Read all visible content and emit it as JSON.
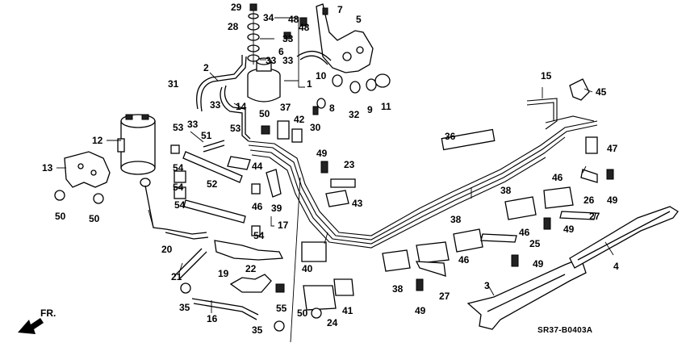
{
  "diagram": {
    "code": "SR37-B0403A",
    "direction_label": "FR.",
    "callouts": [
      "29",
      "34",
      "48",
      "48",
      "7",
      "5",
      "28",
      "33",
      "33",
      "6",
      "33",
      "10",
      "2",
      "31",
      "1",
      "9",
      "11",
      "15",
      "45",
      "33",
      "8",
      "33",
      "14",
      "37",
      "32",
      "50",
      "42",
      "30",
      "53",
      "51",
      "12",
      "53",
      "36",
      "54",
      "49",
      "44",
      "47",
      "13",
      "23",
      "52",
      "46",
      "54",
      "38",
      "26",
      "49",
      "54",
      "43",
      "39",
      "46",
      "27",
      "38",
      "46",
      "17",
      "50",
      "50",
      "54",
      "49",
      "25",
      "20",
      "40",
      "46",
      "49",
      "19",
      "22",
      "4",
      "38",
      "21",
      "27",
      "3",
      "55",
      "35",
      "24",
      "50",
      "41",
      "49",
      "16",
      "35"
    ]
  }
}
